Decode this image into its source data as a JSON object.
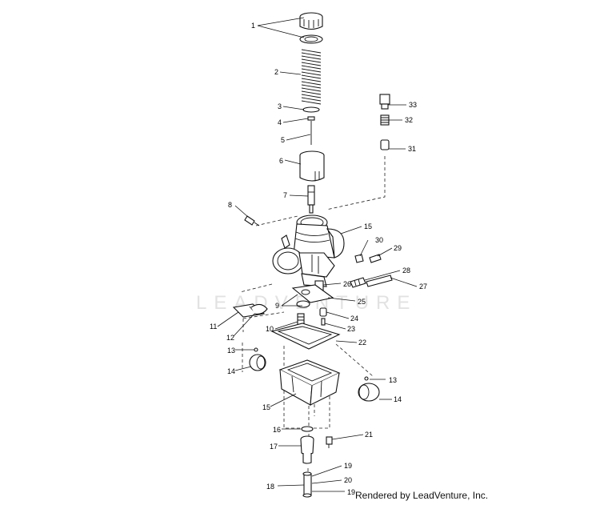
{
  "watermark": "LEADVENTURE",
  "credit": "Rendered by LeadVenture, Inc.",
  "labels": {
    "l1": "1",
    "l2": "2",
    "l3": "3",
    "l4": "4",
    "l5": "5",
    "l6": "6",
    "l7": "7",
    "l8": "8",
    "l9": "9",
    "l10": "10",
    "l11": "11",
    "l12": "12",
    "l13a": "13",
    "l13b": "13",
    "l14a": "14",
    "l14b": "14",
    "l15a": "15",
    "l15b": "15",
    "l16": "16",
    "l17": "17",
    "l18": "18",
    "l19a": "19",
    "l19b": "19",
    "l20": "20",
    "l21": "21",
    "l22": "22",
    "l23": "23",
    "l24": "24",
    "l25": "25",
    "l26": "26",
    "l27": "27",
    "l28": "28",
    "l29": "29",
    "l30": "30",
    "l31": "31",
    "l32": "32",
    "l33": "33"
  }
}
